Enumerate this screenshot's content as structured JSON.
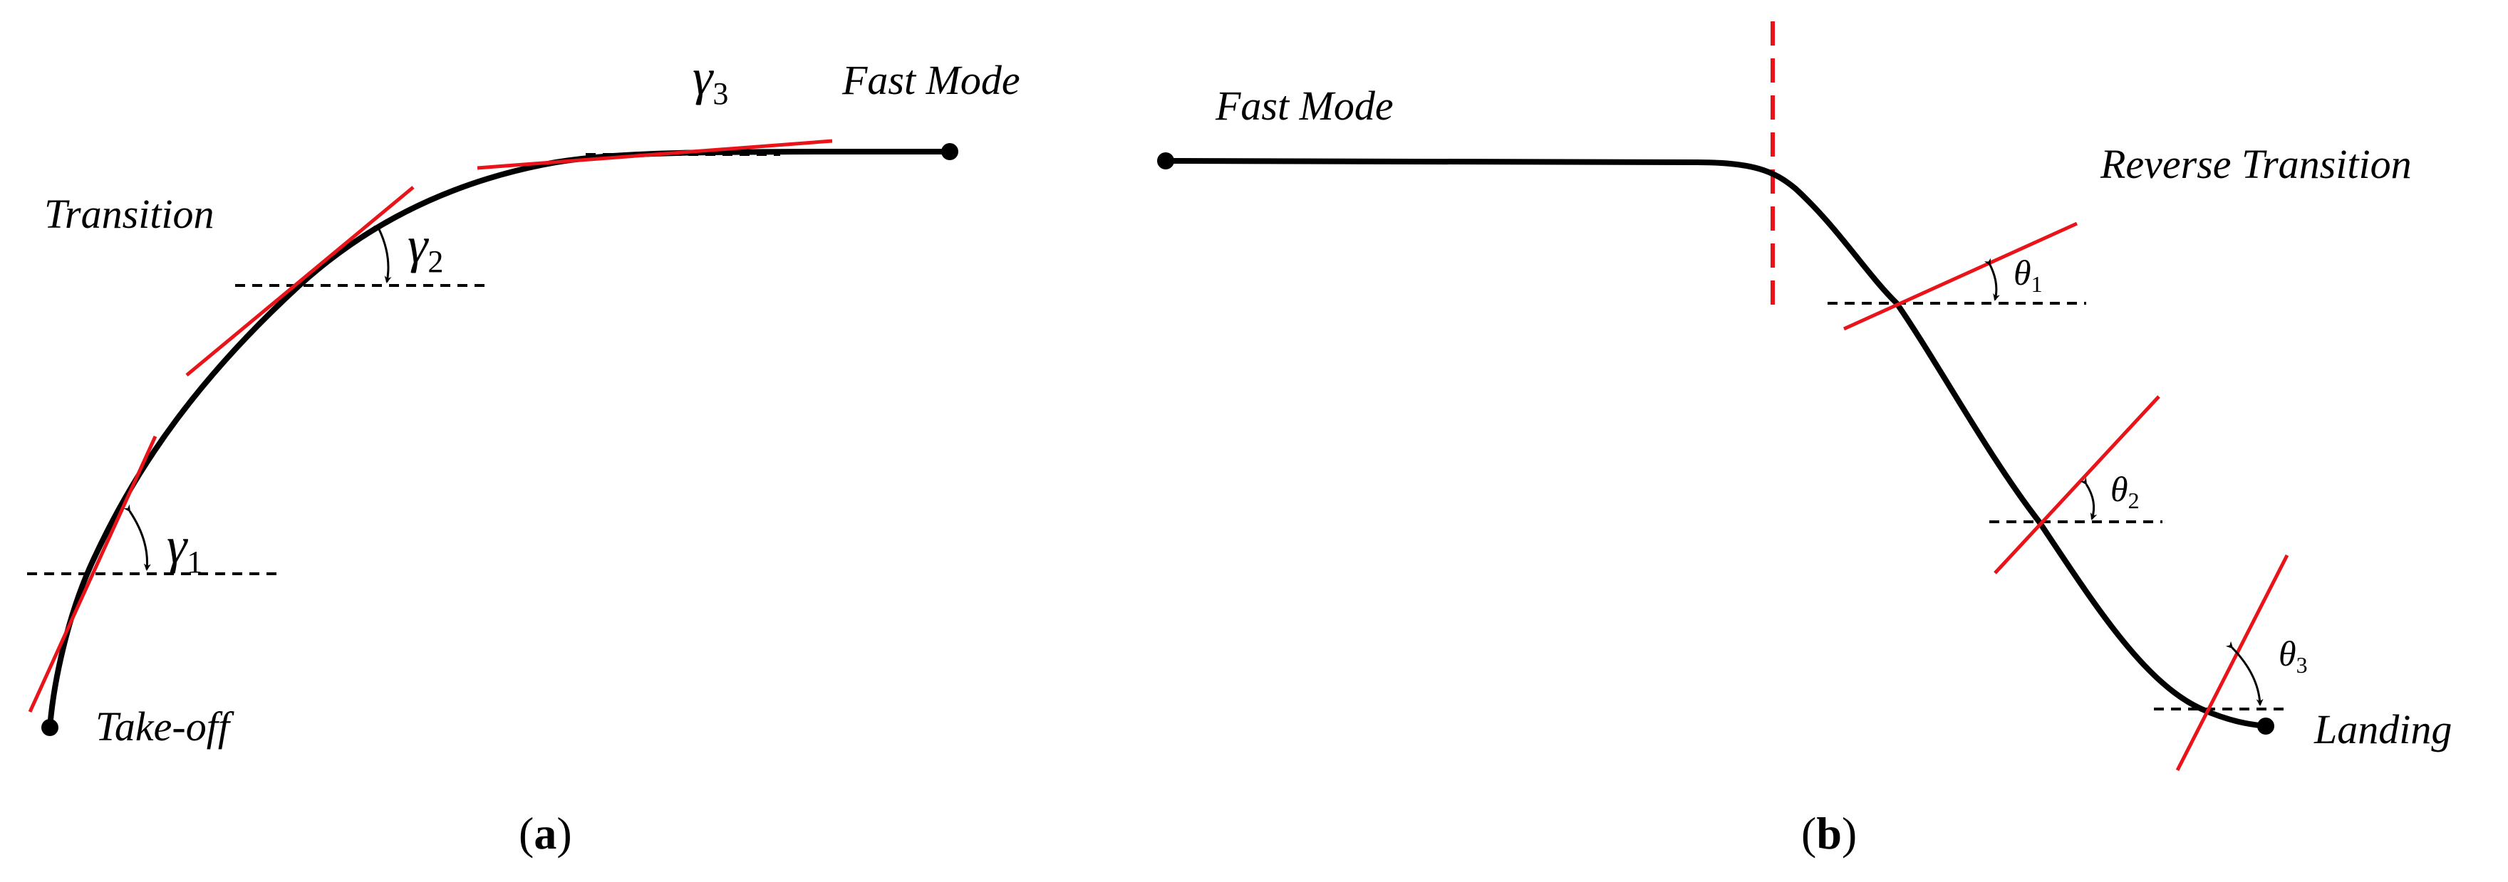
{
  "panel_a": {
    "labels": {
      "fast_mode": "Fast Mode",
      "transition": "Transition",
      "take_off": "Take-off"
    },
    "angles": [
      {
        "symbol": "γ",
        "sub": "1"
      },
      {
        "symbol": "γ",
        "sub": "2"
      },
      {
        "symbol": "γ",
        "sub": "3"
      }
    ],
    "caption": {
      "open": "(",
      "letter": "a",
      "close": ")"
    }
  },
  "panel_b": {
    "labels": {
      "fast_mode": "Fast Mode",
      "reverse_transition": "Reverse Transition",
      "landing": "Landing"
    },
    "angles": [
      {
        "symbol": "θ",
        "sub": "1"
      },
      {
        "symbol": "θ",
        "sub": "2"
      },
      {
        "symbol": "θ",
        "sub": "3"
      }
    ],
    "caption": {
      "open": "(",
      "letter": "b",
      "close": ")"
    }
  },
  "colors": {
    "path": "#000000",
    "tangent": "#e8141a",
    "reference": "#000000"
  }
}
